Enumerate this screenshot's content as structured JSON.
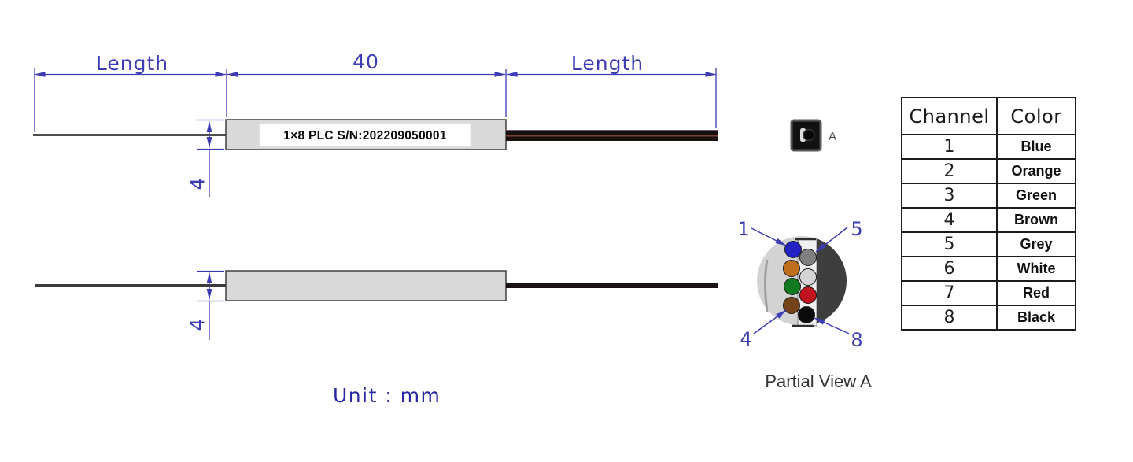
{
  "drawing": {
    "unit_label": "Unit : mm",
    "top_view": {
      "dim_fiber_left": "Length",
      "dim_body_length": "40",
      "dim_fiber_right": "Length",
      "dim_body_height": "4",
      "body_label": "1×8 PLC S/N:202209050001"
    },
    "bottom_view": {
      "dim_body_height": "4"
    },
    "detail_marker_label": "A"
  },
  "partial_view": {
    "title": "Partial View A",
    "callouts": {
      "top_left": "1",
      "top_right": "5",
      "bottom_left": "4",
      "bottom_right": "8"
    },
    "fiber_colors": [
      {
        "channel": "1",
        "name": "Blue",
        "hex": "#2323c4"
      },
      {
        "channel": "2",
        "name": "Orange",
        "hex": "#bf6e1b"
      },
      {
        "channel": "3",
        "name": "Green",
        "hex": "#127a20"
      },
      {
        "channel": "4",
        "name": "Brown",
        "hex": "#744319"
      },
      {
        "channel": "5",
        "name": "Grey",
        "hex": "#7f7f7f"
      },
      {
        "channel": "6",
        "name": "White",
        "hex": "#d4d4d4"
      },
      {
        "channel": "7",
        "name": "Red",
        "hex": "#c1121f"
      },
      {
        "channel": "8",
        "name": "Black",
        "hex": "#0b0b0b"
      }
    ]
  },
  "channel_table": {
    "headers": [
      "Channel",
      "Color"
    ],
    "rows": [
      [
        "1",
        "Blue"
      ],
      [
        "2",
        "Orange"
      ],
      [
        "3",
        "Green"
      ],
      [
        "4",
        "Brown"
      ],
      [
        "5",
        "Grey"
      ],
      [
        "6",
        "White"
      ],
      [
        "7",
        "Red"
      ],
      [
        "8",
        "Black"
      ]
    ]
  },
  "colors": {
    "dimension_blue": "#3c3cb4",
    "unit_text_navy": "#2828a2",
    "body_fill_grey": "#d9d9d9",
    "dark_fiber_band": "#18100d"
  }
}
